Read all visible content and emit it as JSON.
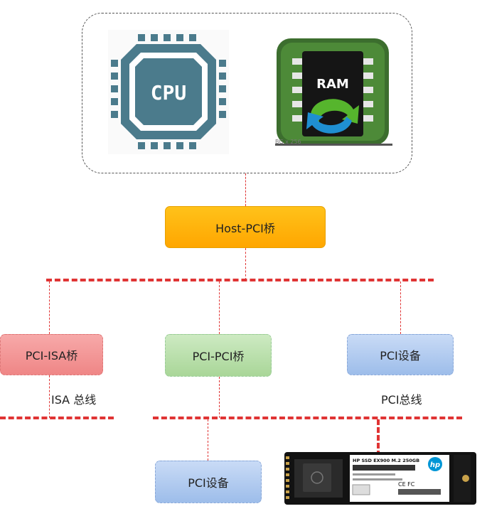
{
  "cpu": {
    "text": "CPU"
  },
  "ram": {
    "text": "RAM",
    "caption": "BG x 256"
  },
  "bridges": {
    "host_pci": "Host-PCI桥",
    "pci_isa": "PCI-ISA桥",
    "pci_pci": "PCI-PCI桥",
    "pci_device_top": "PCI设备",
    "pci_device_bottom": "PCI设备"
  },
  "buses": {
    "isa_label": "ISA 总线",
    "pci_label": "PCI总线"
  },
  "ssd": {
    "label": "HP SSD EX900 M.2 250GB",
    "brand": "hp",
    "marks": "CE FC"
  },
  "colors": {
    "bus_line": "#e03434",
    "cpu": "#4b7b8c",
    "ram_bg": "#3c6e2e"
  }
}
